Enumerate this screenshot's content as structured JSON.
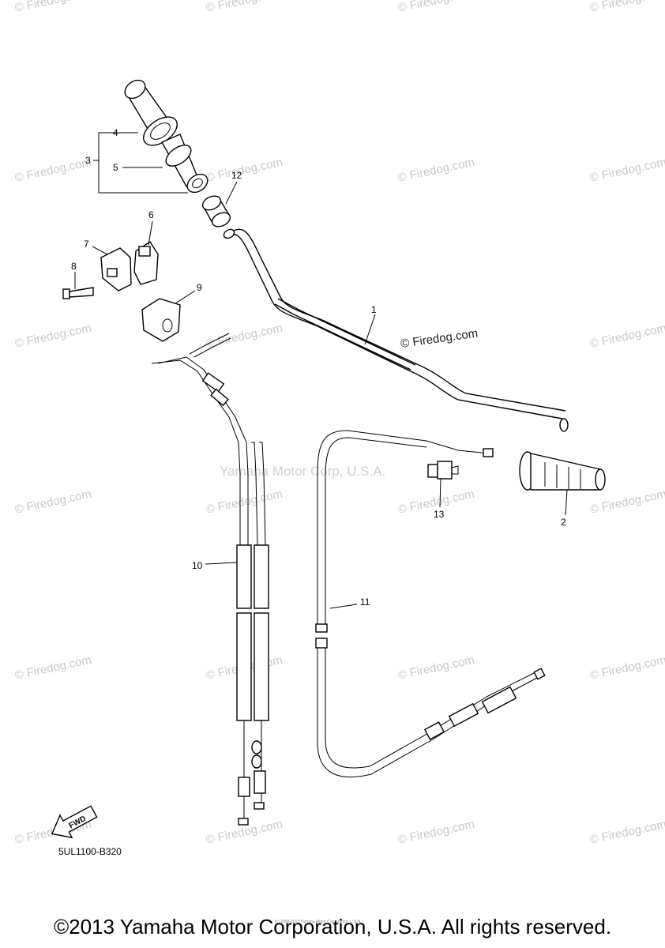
{
  "watermarks": {
    "site": "© Firedog.com",
    "center": "Yamaha Motor Corp, U.S.A."
  },
  "diagram_code": "5UL1100-B320",
  "fwd_label": "FWD",
  "fine_print": "(c) 2000-2015 Yamaha Motor Corporation, U.S.A.",
  "copyright": "©2013 Yamaha Motor Corporation, U.S.A. All rights reserved.",
  "parts": {
    "p1": "1",
    "p2": "2",
    "p3": "3",
    "p4": "4",
    "p5": "5",
    "p6": "6",
    "p7": "7",
    "p8": "8",
    "p9": "9",
    "p10": "10",
    "p11": "11",
    "p12": "12",
    "p13": "13"
  }
}
